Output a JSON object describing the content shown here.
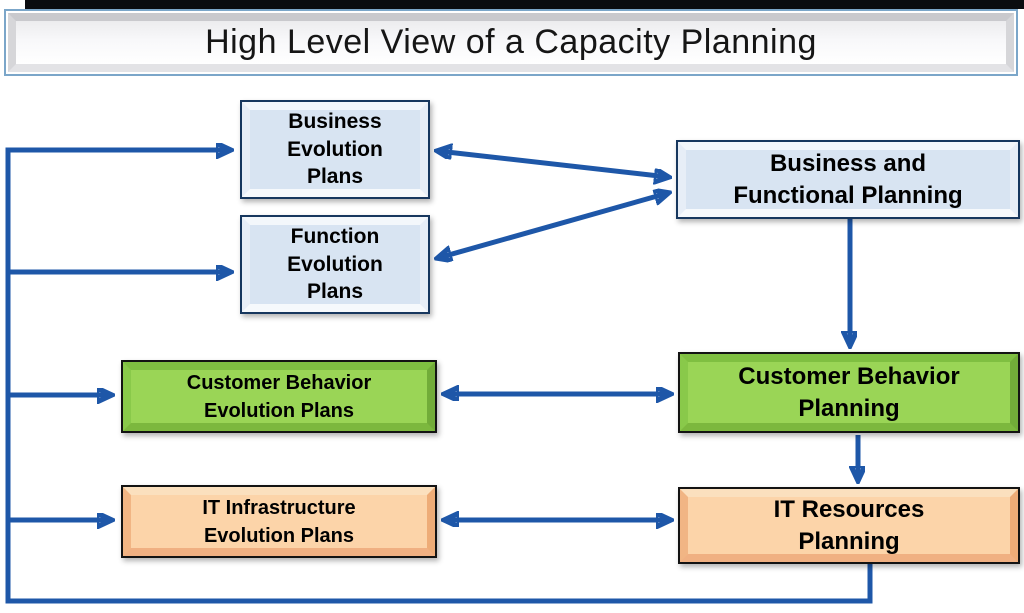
{
  "title": "High Level View of a Capacity Planning",
  "boxes": [
    {
      "id": "business-evolution-plans",
      "label": "Business\nEvolution\nPlans",
      "color": "blue"
    },
    {
      "id": "function-evolution-plans",
      "label": "Function\nEvolution\nPlans",
      "color": "blue"
    },
    {
      "id": "business-and-functional-planning",
      "label": "Business and\nFunctional Planning",
      "color": "blue"
    },
    {
      "id": "customer-behavior-evolution-plans",
      "label": "Customer Behavior\nEvolution Plans",
      "color": "green"
    },
    {
      "id": "customer-behavior-planning",
      "label": "Customer Behavior\nPlanning",
      "color": "green"
    },
    {
      "id": "it-infrastructure-evolution-plans",
      "label": "IT Infrastructure\nEvolution Plans",
      "color": "orange"
    },
    {
      "id": "it-resources-planning",
      "label": "IT Resources\nPlanning",
      "color": "orange"
    }
  ],
  "colors": {
    "arrow_blue": "#1E57A8",
    "blue_box_fill": "#D8E4F2",
    "blue_box_border": "#17375E",
    "green_box_fill": "#92D050",
    "orange_box_fill": "#FCD4A9",
    "title_border": "#7BA6C9"
  }
}
